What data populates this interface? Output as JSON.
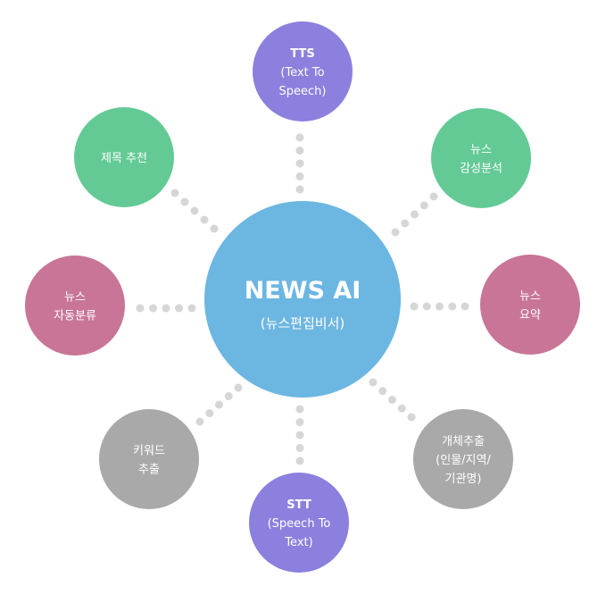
{
  "colors": {
    "center": "#6cb6e2",
    "purple": "#8b80de",
    "green": "#63ca95",
    "pink": "#c87597",
    "gray": "#a9a9a9",
    "dot": "#d6d6d6"
  },
  "center": {
    "title": "NEWS AI",
    "subtitle": "(뉴스편집비서)"
  },
  "nodes": [
    {
      "id": "tts",
      "color": "purple",
      "bold": true,
      "lines": [
        "TTS",
        "(Text To",
        "Speech)"
      ]
    },
    {
      "id": "sentiment",
      "color": "green",
      "lines": [
        "뉴스",
        "감성분석"
      ]
    },
    {
      "id": "summary",
      "color": "pink",
      "lines": [
        "뉴스",
        "요약"
      ]
    },
    {
      "id": "entity",
      "color": "gray",
      "lines": [
        "개체추출",
        "(인물/지역/",
        "기관명)"
      ]
    },
    {
      "id": "stt",
      "color": "purple",
      "bold": true,
      "lines": [
        "STT",
        "(Speech To",
        "Text)"
      ]
    },
    {
      "id": "keyword",
      "color": "gray",
      "lines": [
        "키워드",
        "추출"
      ]
    },
    {
      "id": "classify",
      "color": "pink",
      "lines": [
        "뉴스",
        "자동분류"
      ]
    },
    {
      "id": "title-rec",
      "color": "green",
      "lines": [
        "제목 추천"
      ]
    }
  ]
}
